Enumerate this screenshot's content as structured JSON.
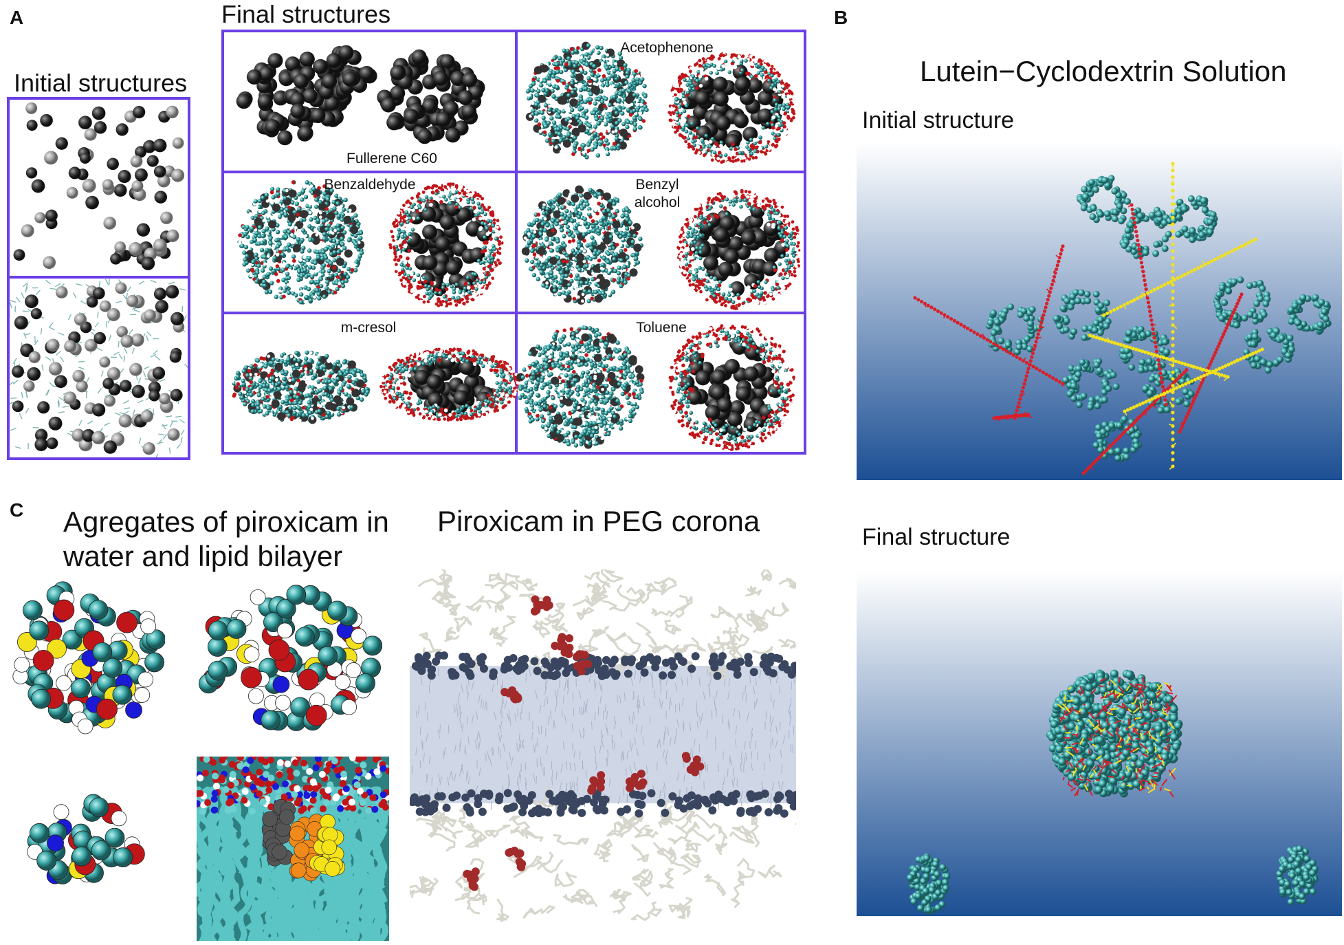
{
  "panels": {
    "a": {
      "letter": "A",
      "initial_title": "Initial structures",
      "final_title": "Final structures",
      "cells": [
        {
          "label": "Fullerene C60"
        },
        {
          "label": "Acetophenone"
        },
        {
          "label": "Benzaldehyde"
        },
        {
          "label": "Benzyl alcohol"
        },
        {
          "label": "m-cresol"
        },
        {
          "label": "Toluene"
        }
      ]
    },
    "b": {
      "letter": "B",
      "title": "Lutein−Cyclodextrin Solution",
      "initial_label": "Initial structure",
      "final_label": "Final structure"
    },
    "c": {
      "letter": "C",
      "title_left": "Agregates of piroxicam in water and lipid bilayer",
      "title_right": "Piroxicam in PEG corona"
    }
  },
  "colors": {
    "frame": "#6a40e6",
    "fullerene": "#2b2b2b",
    "carbon": "#3aa6a6",
    "oxygen": "#c0161a",
    "hydrogen": "#ffffff",
    "sulfur": "#f2e11d",
    "nitrogen": "#1a1ad6",
    "lutein": "#d8202a",
    "peg_chain": "#d6d6cc",
    "bilayer_head": "#3a4660",
    "piroxicam_peg": "#a32a2a",
    "bg_gradient_top": "#ffffff",
    "bg_gradient_bottom": "#1c4f94"
  }
}
